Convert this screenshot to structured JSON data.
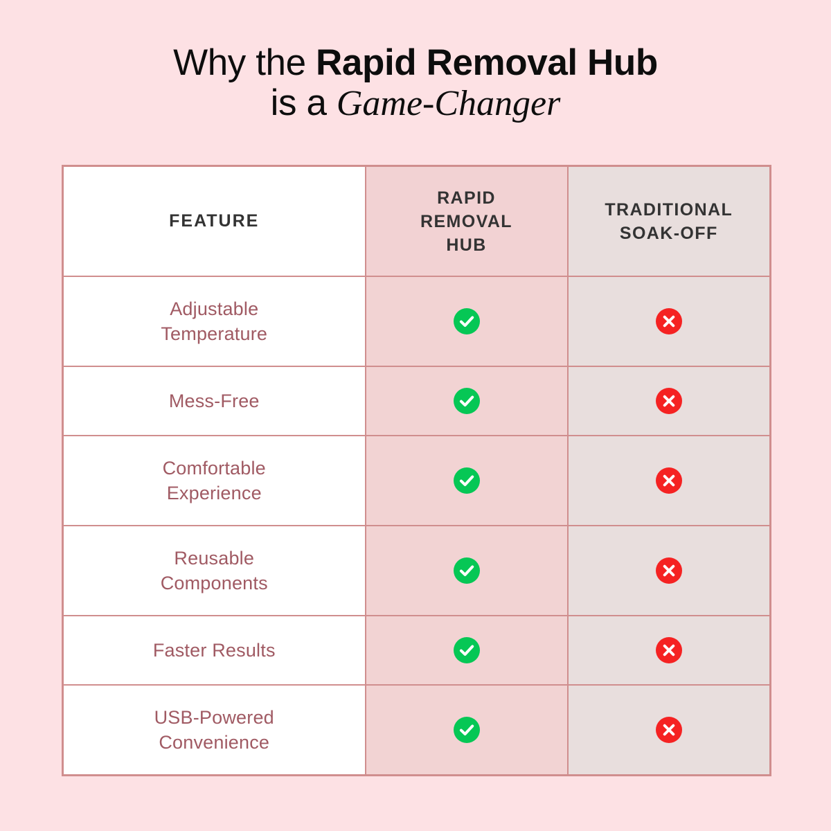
{
  "page": {
    "background_color": "#fde1e4"
  },
  "title": {
    "line1_regular": "Why the ",
    "line1_bold": "Rapid Removal Hub",
    "line2_regular": "is a ",
    "line2_italic": "Game-Changer"
  },
  "table": {
    "border_color": "#d08e8e",
    "columns": [
      {
        "key": "feature",
        "label": "FEATURE",
        "bg": "#ffffff"
      },
      {
        "key": "hub",
        "label": "RAPID\nREMOVAL\nHUB",
        "label_lines": [
          "RAPID",
          "REMOVAL",
          "HUB"
        ],
        "bg": "#f2d2d3"
      },
      {
        "key": "trad",
        "label": "TRADITIONAL\nSOAK-OFF",
        "label_lines": [
          "TRADITIONAL",
          "SOAK-OFF"
        ],
        "bg": "#e8dedd"
      }
    ],
    "rows": [
      {
        "feature_lines": [
          "Adjustable",
          "Temperature"
        ],
        "hub": "check",
        "traditional": "cross"
      },
      {
        "feature_lines": [
          "Mess-Free"
        ],
        "hub": "check",
        "traditional": "cross"
      },
      {
        "feature_lines": [
          "Comfortable",
          "Experience"
        ],
        "hub": "check",
        "traditional": "cross"
      },
      {
        "feature_lines": [
          "Reusable",
          "Components"
        ],
        "hub": "check",
        "traditional": "cross"
      },
      {
        "feature_lines": [
          "Faster Results"
        ],
        "hub": "check",
        "traditional": "cross"
      },
      {
        "feature_lines": [
          "USB-Powered",
          "Convenience"
        ],
        "hub": "check",
        "traditional": "cross"
      }
    ]
  },
  "icons": {
    "check": {
      "name": "check-circle-icon",
      "color": "#06c755",
      "glyph_color": "#ffffff"
    },
    "cross": {
      "name": "cross-circle-icon",
      "color": "#f52222",
      "glyph_color": "#ffffff"
    }
  },
  "colors": {
    "feature_text": "#a05a63",
    "header_text": "#333333",
    "title_text": "#0d0d0d",
    "hub_column": "#f2d3d3",
    "traditional_column": "#e8dedd",
    "border": "#d08e8e",
    "page_bg": "#fde1e4"
  }
}
